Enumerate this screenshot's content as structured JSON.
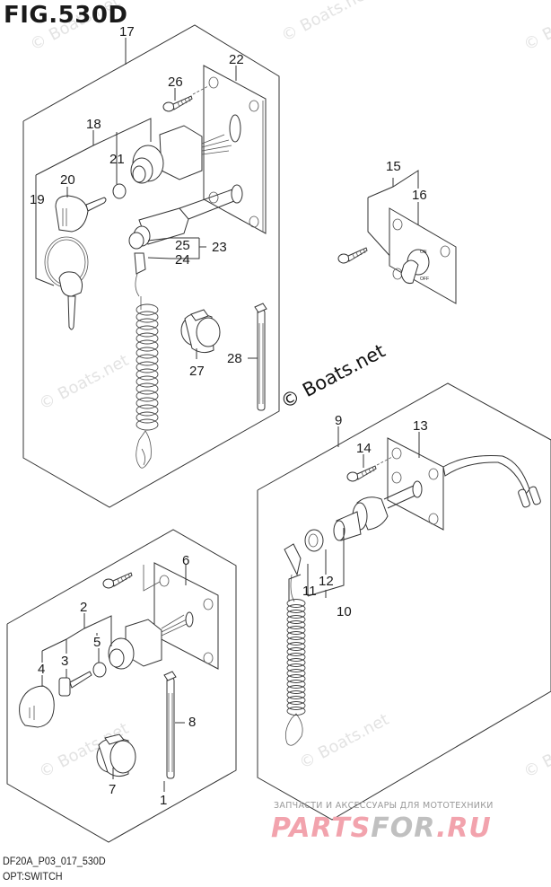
{
  "figure": {
    "title": "FIG.530D",
    "code": "DF20A_P03_017_530D",
    "description": "OPT:SWITCH"
  },
  "watermarks": {
    "text": "© Boats.net",
    "promo_subtitle": "ЗАПЧАСТИ И АКСЕССУАРЫ ДЛЯ МОТОТЕХНИКИ",
    "promo_part1": "PARTS",
    "promo_part2": "FOR",
    "promo_part3": ".RU"
  },
  "callouts": [
    {
      "id": "c17",
      "label": "17"
    },
    {
      "id": "c22",
      "label": "22"
    },
    {
      "id": "c26",
      "label": "26"
    },
    {
      "id": "c18",
      "label": "18"
    },
    {
      "id": "c21",
      "label": "21"
    },
    {
      "id": "c20",
      "label": "20"
    },
    {
      "id": "c19",
      "label": "19"
    },
    {
      "id": "c25",
      "label": "25"
    },
    {
      "id": "c23",
      "label": "23"
    },
    {
      "id": "c24",
      "label": "24"
    },
    {
      "id": "c27",
      "label": "27"
    },
    {
      "id": "c28",
      "label": "28"
    },
    {
      "id": "c15",
      "label": "15"
    },
    {
      "id": "c16",
      "label": "16"
    },
    {
      "id": "c9",
      "label": "9"
    },
    {
      "id": "c13",
      "label": "13"
    },
    {
      "id": "c14",
      "label": "14"
    },
    {
      "id": "c12",
      "label": "12"
    },
    {
      "id": "c11",
      "label": "11"
    },
    {
      "id": "c10",
      "label": "10"
    },
    {
      "id": "c6",
      "label": "6"
    },
    {
      "id": "c2",
      "label": "2"
    },
    {
      "id": "c5",
      "label": "5"
    },
    {
      "id": "c3",
      "label": "3"
    },
    {
      "id": "c4",
      "label": "4"
    },
    {
      "id": "c8",
      "label": "8"
    },
    {
      "id": "c7",
      "label": "7"
    },
    {
      "id": "c1",
      "label": "1"
    }
  ],
  "switch_labels": {
    "on": "ON",
    "off": "OFF"
  }
}
